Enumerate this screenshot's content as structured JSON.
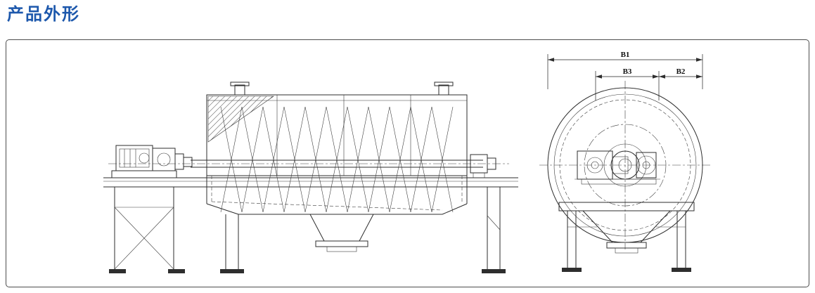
{
  "page": {
    "title": "产品外形"
  },
  "diagram": {
    "labels": {
      "b1": "B1",
      "b2": "B2",
      "b3": "B3"
    },
    "colors": {
      "title_blue": "#1d58ac",
      "line": "#2e2e2e",
      "panel_border": "#4d4d4d",
      "background": "#ffffff"
    }
  }
}
